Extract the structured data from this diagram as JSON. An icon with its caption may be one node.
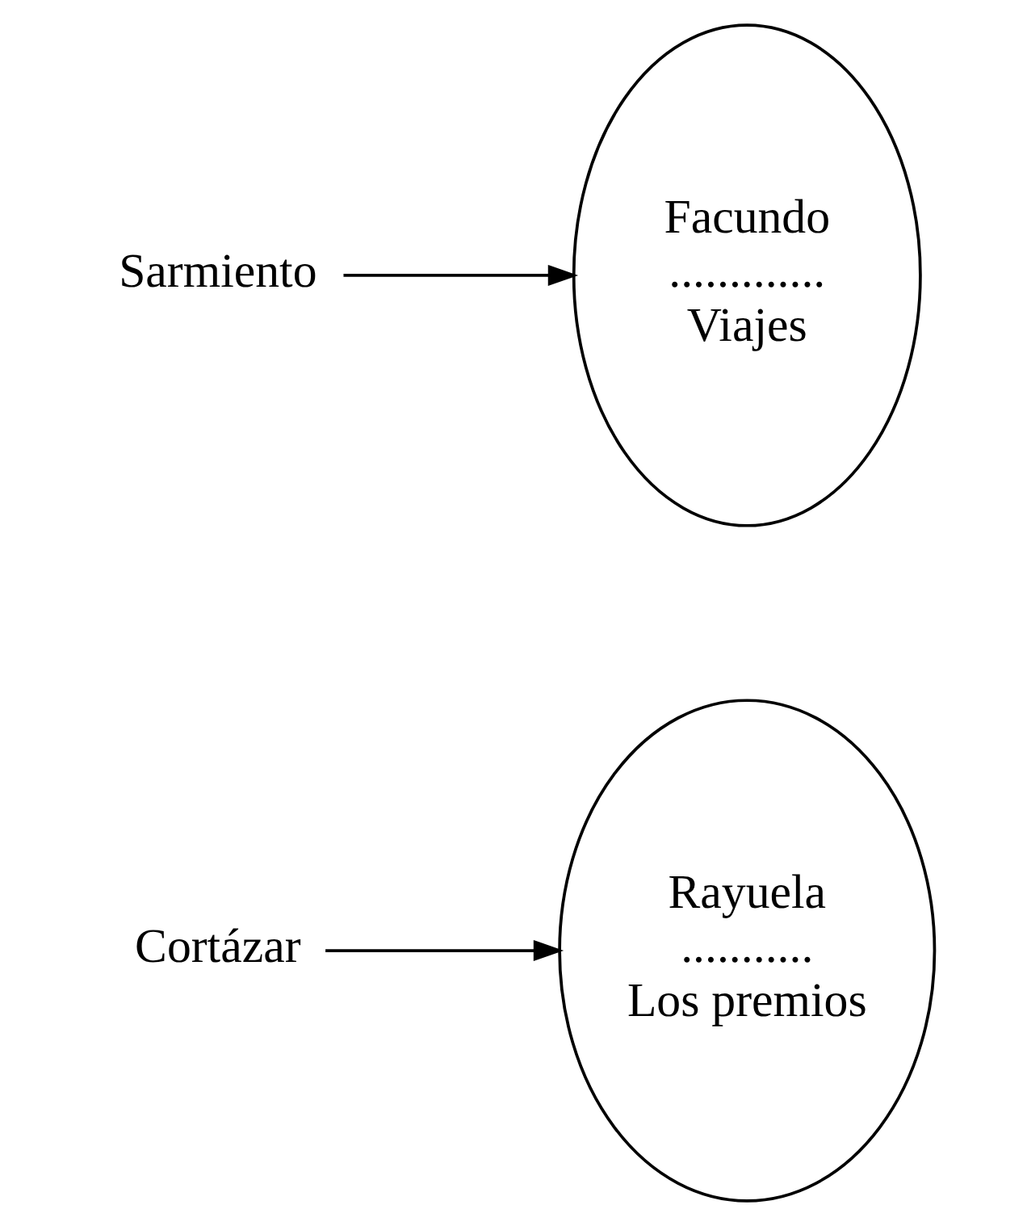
{
  "diagram": {
    "nodes": [
      {
        "text": [
          "Cortázar"
        ]
      },
      {
        "text": [
          "Rayuela",
          "...........",
          "Los premios"
        ]
      },
      {
        "text": [
          "Sarmiento"
        ]
      },
      {
        "text": [
          "Facundo",
          ".............",
          "Viajes"
        ]
      }
    ],
    "edges": [
      {
        "from": 0,
        "to": 1,
        "arrow": "to"
      },
      {
        "from": 2,
        "to": 3,
        "arrow": "to"
      }
    ]
  }
}
